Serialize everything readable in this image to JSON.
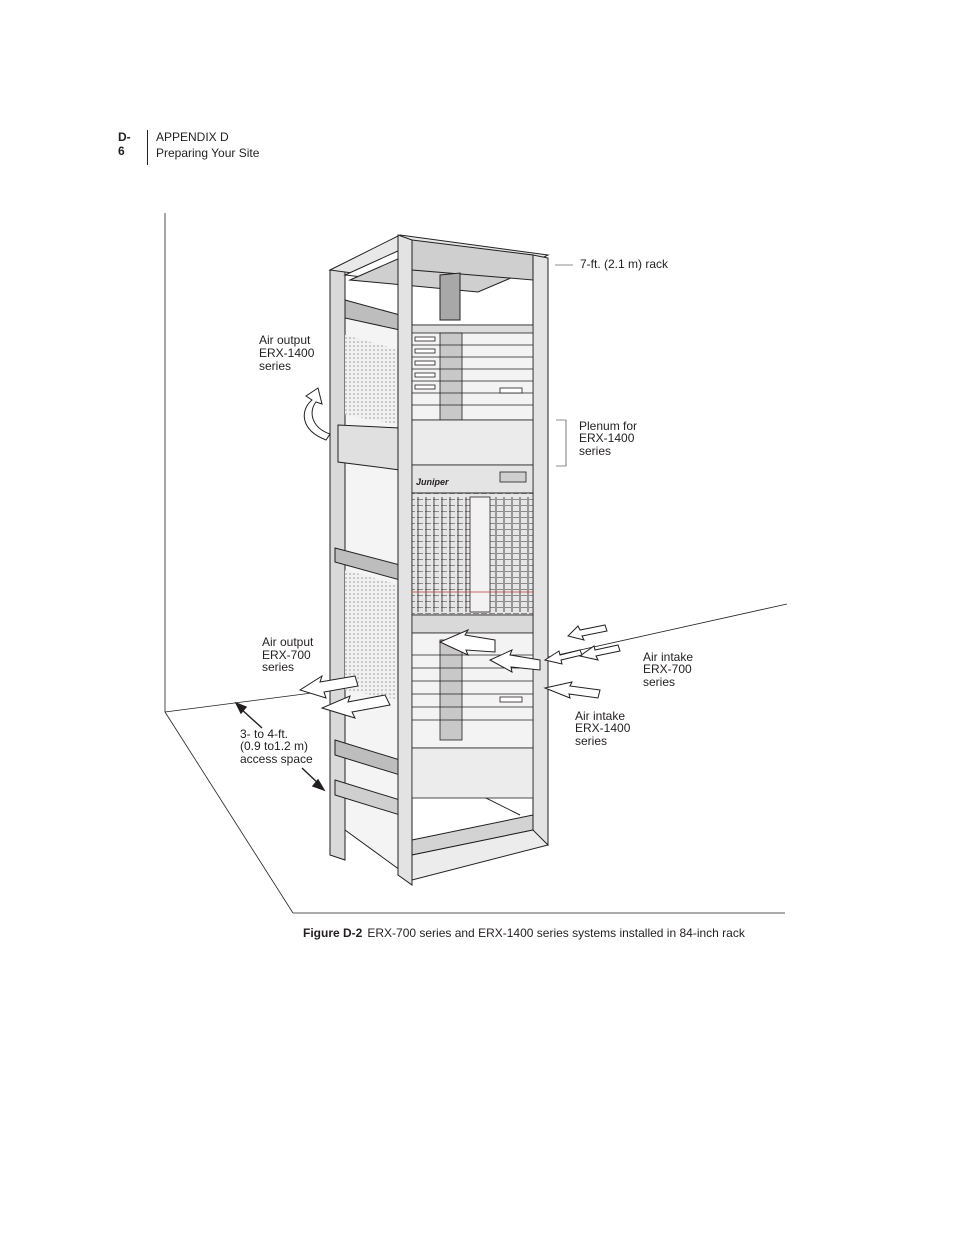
{
  "header": {
    "page_number": "D-6",
    "appendix": "APPENDIX D",
    "section": "Preparing Your Site"
  },
  "figure": {
    "labels": {
      "rack_height": "7-ft. (2.1 m) rack",
      "air_output_1400": [
        "Air output",
        "ERX-1400",
        "series"
      ],
      "plenum": [
        "Plenum for",
        "ERX-1400",
        "series"
      ],
      "air_output_700": [
        "Air output",
        "ERX-700",
        "series"
      ],
      "air_intake_700": [
        "Air intake",
        "ERX-700",
        "series"
      ],
      "air_intake_1400": [
        "Air intake",
        "ERX-1400",
        "series"
      ],
      "access_space": [
        "3- to 4-ft.",
        "(0.9 to1.2 m)",
        "access space"
      ],
      "brand_logo": "Juniper"
    }
  },
  "caption": {
    "label": "Figure D-2",
    "text": "ERX-700 series and ERX-1400 series systems installed in 84-inch rack"
  }
}
